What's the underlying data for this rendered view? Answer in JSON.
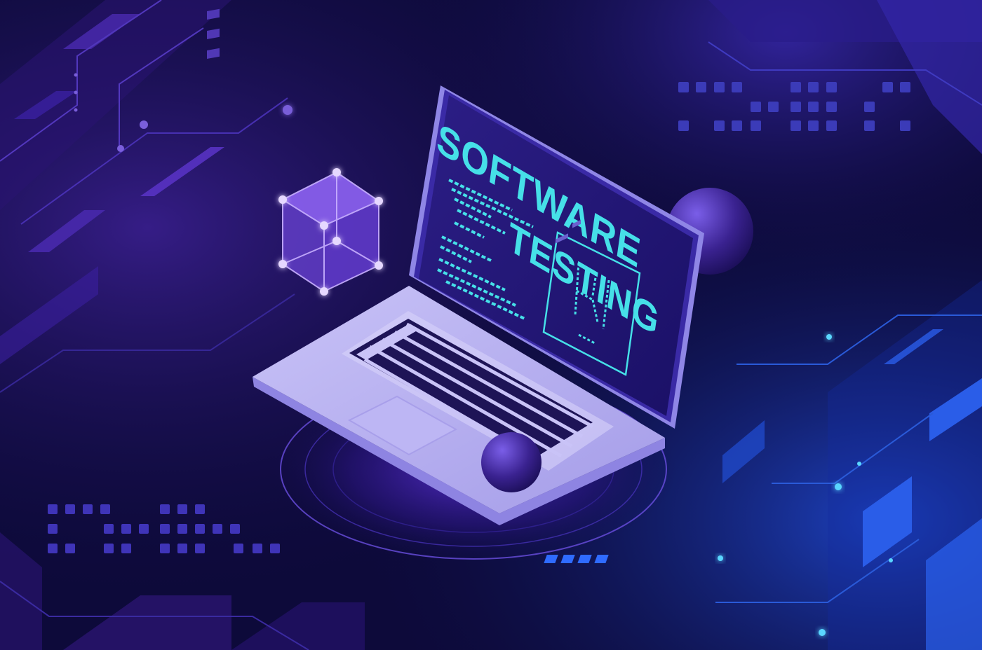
{
  "illustration": {
    "screen_title_line1": "SOFTWARE",
    "screen_title_line2": "TESTING",
    "icons": [
      "laptop-icon",
      "glowing-cube-icon",
      "sphere-icon",
      "circuit-pattern"
    ],
    "colors": {
      "background": "#0d0a3a",
      "deep_purple": "#2a1470",
      "laptop_body": "#b7b0f2",
      "screen_bg": "#24187a",
      "cyan_text": "#46e0e8",
      "blue_glow": "#2f6bff",
      "cube": "#7a4fe0"
    }
  }
}
